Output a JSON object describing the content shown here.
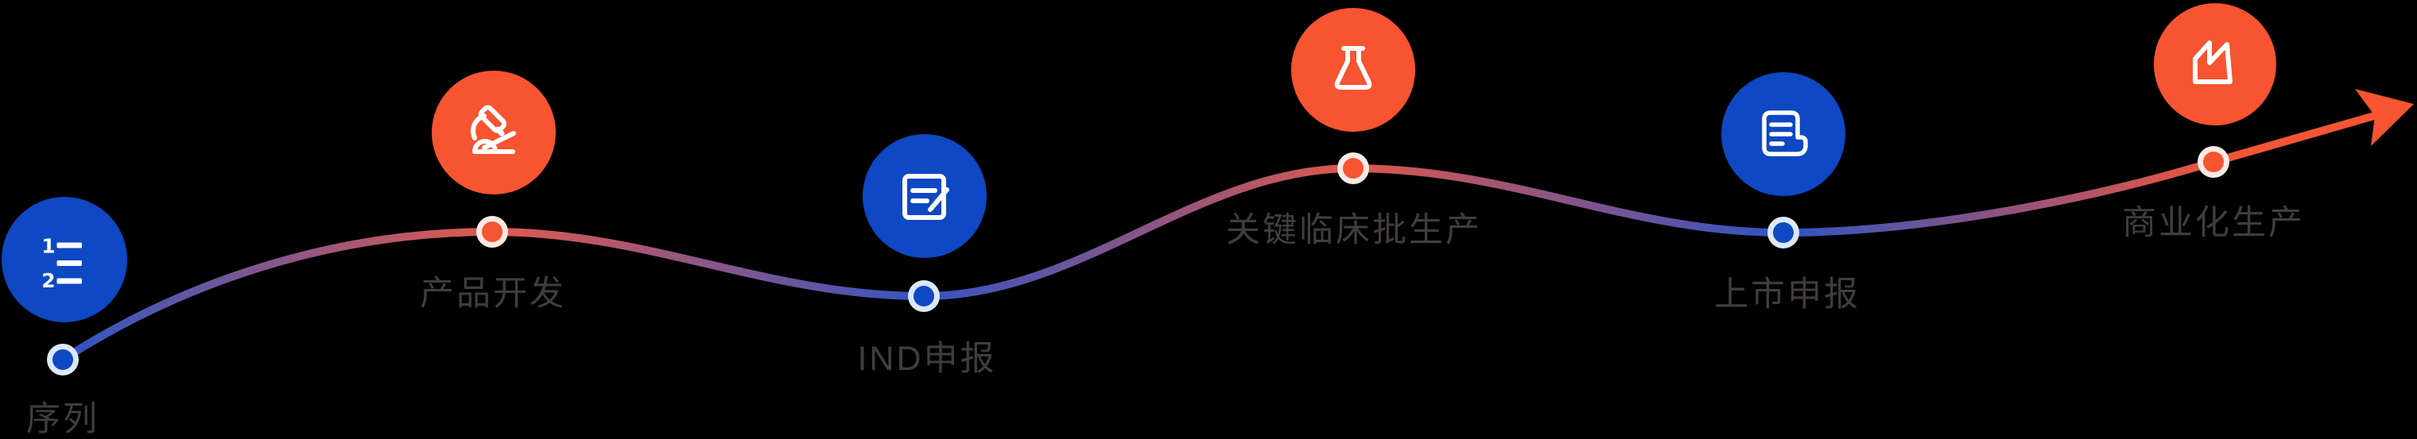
{
  "diagram": {
    "title": "drug development process timeline",
    "background_color": "#000000",
    "label_color": "#413D3D",
    "icon_color": "#FFFFFF",
    "arrow_color": "#F7552F",
    "line_stroke_width": 10,
    "nodes": [
      {
        "label": "序列",
        "icon": "numbered-list",
        "color": "#0E48C3",
        "ring": "#DCE7F8",
        "icon_digits": [
          "1",
          "2"
        ]
      },
      {
        "label": "产品开发",
        "icon": "microscope",
        "color": "#F75431",
        "ring": "#FDE9E4"
      },
      {
        "label": "IND申报",
        "icon": "document-edit",
        "color": "#0E48C3",
        "ring": "#DCE7F8"
      },
      {
        "label": "关键临床批生产",
        "icon": "flask",
        "color": "#F75431",
        "ring": "#FDE9E4"
      },
      {
        "label": "上市申报",
        "icon": "report",
        "color": "#0E48C3",
        "ring": "#DCE7F8"
      },
      {
        "label": "商业化生产",
        "icon": "factory",
        "color": "#F75431",
        "ring": "#FDE9E4"
      }
    ],
    "line_gradient": [
      {
        "offset": 0,
        "color": "#2E55C6"
      },
      {
        "offset": 0.026,
        "color": "#2E55C6"
      },
      {
        "offset": 0.204,
        "color": "#E25A4C"
      },
      {
        "offset": 0.383,
        "color": "#3354C4"
      },
      {
        "offset": 0.56,
        "color": "#DC584A"
      },
      {
        "offset": 0.738,
        "color": "#2F53C5"
      },
      {
        "offset": 0.92,
        "color": "#EF5638"
      },
      {
        "offset": 1,
        "color": "#F7552F"
      }
    ]
  }
}
